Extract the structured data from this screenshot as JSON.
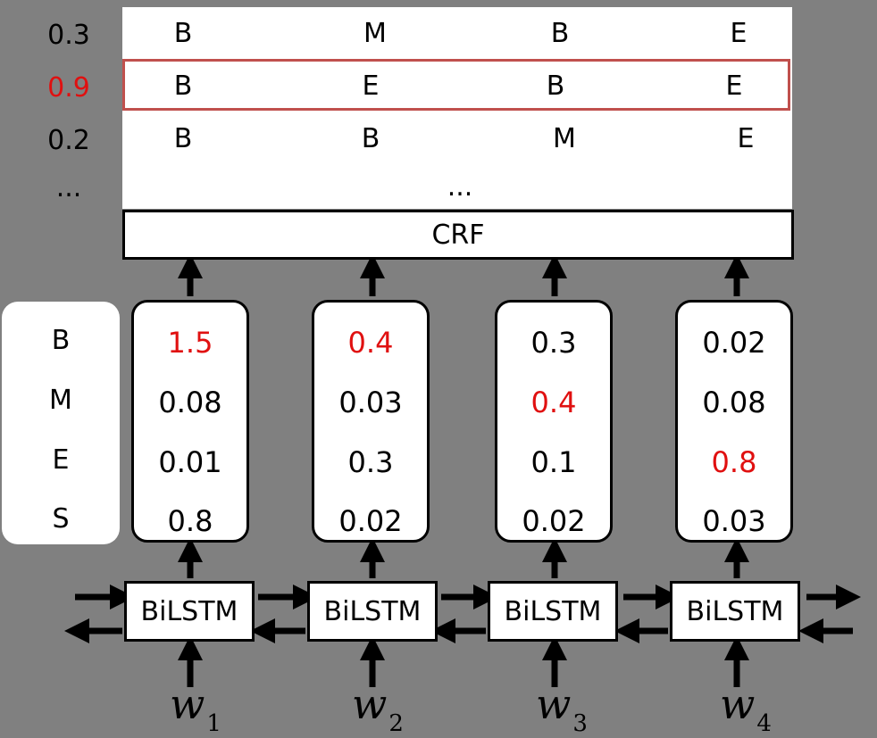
{
  "path_scores": [
    {
      "value": "0.3",
      "highlight": false
    },
    {
      "value": "0.9",
      "highlight": true
    },
    {
      "value": "0.2",
      "highlight": false
    },
    {
      "value": "...",
      "highlight": false
    }
  ],
  "paths": [
    [
      "B",
      "M",
      "B",
      "E"
    ],
    [
      "B",
      "E",
      "B",
      "E"
    ],
    [
      "B",
      "B",
      "M",
      "E"
    ]
  ],
  "paths_ellipsis": "...",
  "crf_label": "CRF",
  "tag_labels": [
    "B",
    "M",
    "E",
    "S"
  ],
  "emissions": [
    {
      "values": [
        "1.5",
        "0.08",
        "0.01",
        "0.8"
      ],
      "max_index": 0
    },
    {
      "values": [
        "0.4",
        "0.03",
        "0.3",
        "0.02"
      ],
      "max_index": 0
    },
    {
      "values": [
        "0.3",
        "0.4",
        "0.1",
        "0.02"
      ],
      "max_index": 1
    },
    {
      "values": [
        "0.02",
        "0.08",
        "0.8",
        "0.03"
      ],
      "max_index": 2
    }
  ],
  "bilstm_label": "BiLSTM",
  "words": [
    {
      "base": "w",
      "sub": "1"
    },
    {
      "base": "w",
      "sub": "2"
    },
    {
      "base": "w",
      "sub": "3"
    },
    {
      "base": "w",
      "sub": "4"
    }
  ],
  "colors": {
    "highlight_text": "#e01010",
    "highlight_border": "#c0504d",
    "background": "#808080"
  }
}
